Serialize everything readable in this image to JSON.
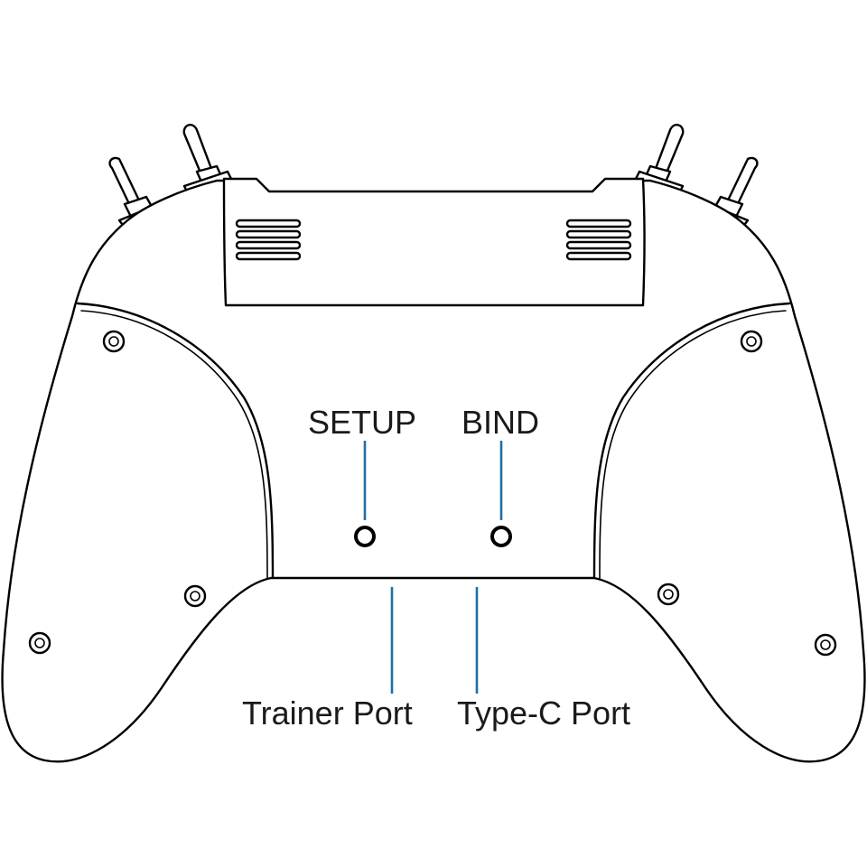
{
  "labels": {
    "setup": "SETUP",
    "bind": "BIND",
    "trainer_port": "Trainer Port",
    "typec_port": "Type-C Port"
  },
  "colors": {
    "callout": "#1f6fa6",
    "outline": "#000000",
    "text": "#1a1a1a"
  },
  "icons": [
    "toggle-switch-icon",
    "screw-icon",
    "vent-grille-icon"
  ]
}
